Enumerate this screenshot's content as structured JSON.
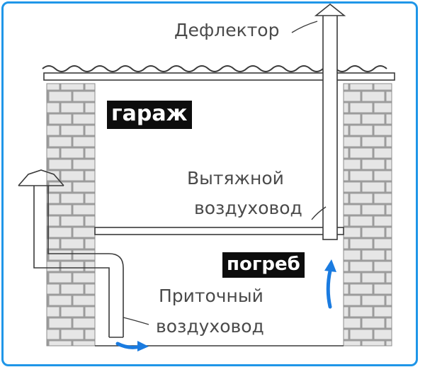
{
  "labels": {
    "deflector": "Дефлектор",
    "exhaust_line1": "Вытяжной",
    "exhaust_line2": "воздуховод",
    "supply_line1": "Приточный",
    "supply_line2": "воздуховод"
  },
  "tags": {
    "garage": "гараж",
    "cellar": "погреб"
  },
  "colors": {
    "frame": "#1f96e8",
    "airflow_arrow": "#1a7be0",
    "tag_background": "#0d0d0d"
  },
  "icons": [
    "brick-wall-icon",
    "deflector-cap-icon",
    "airflow-arrow-icon"
  ]
}
